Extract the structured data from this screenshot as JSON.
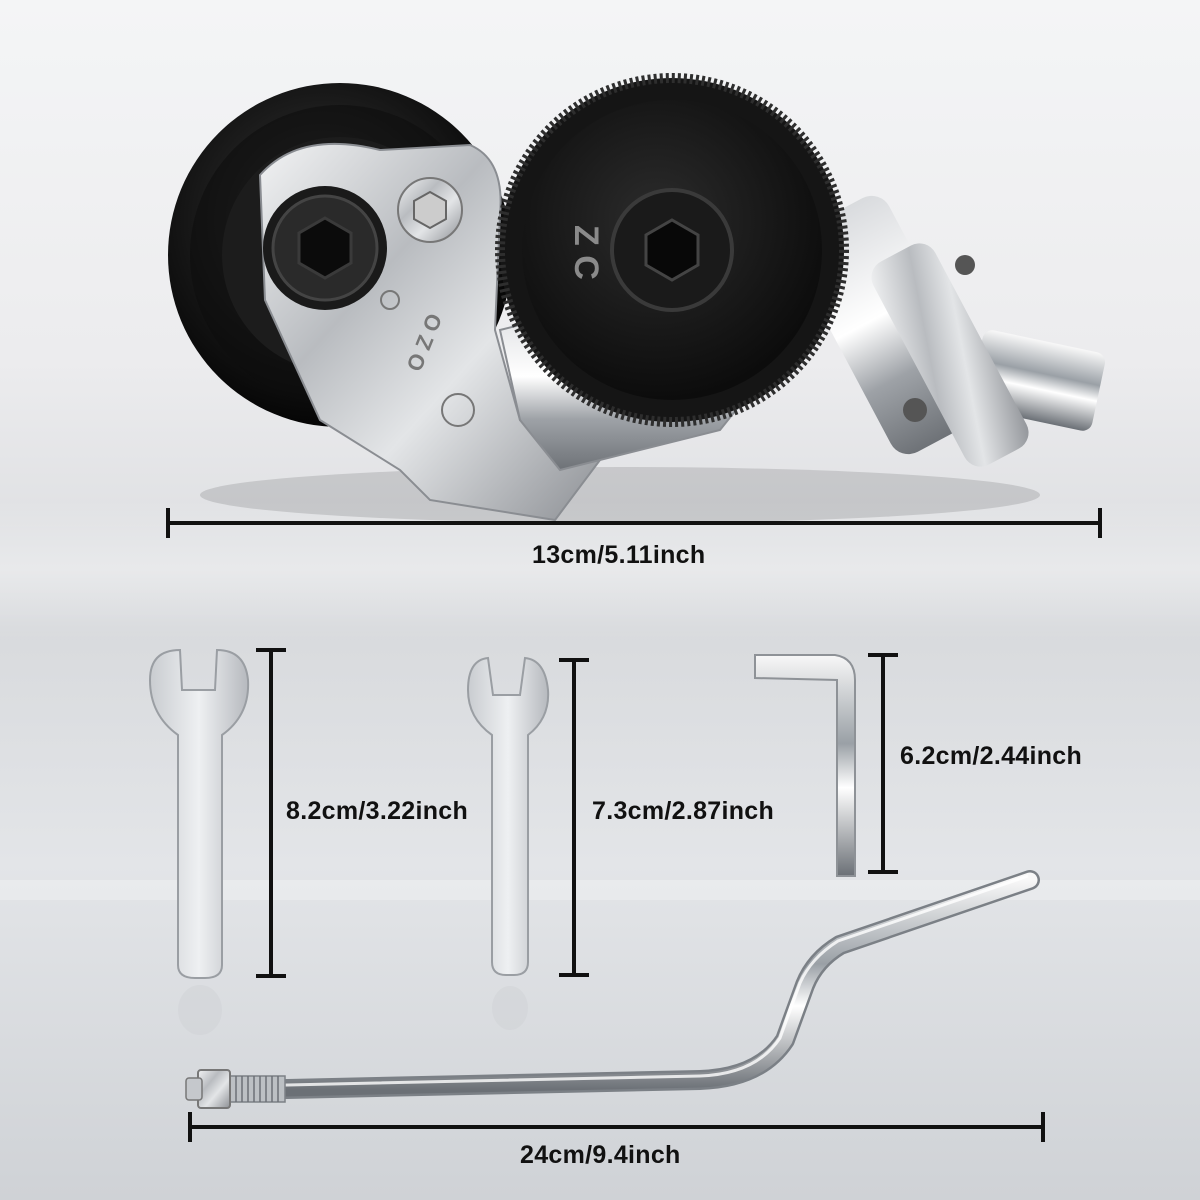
{
  "brand": {
    "gear_logo": "Z C",
    "arm_logo": "O Z O"
  },
  "dimensions": {
    "cutter_length": "13cm/5.11inch",
    "large_wrench": "8.2cm/3.22inch",
    "small_wrench": "7.3cm/2.87inch",
    "hex_key": "6.2cm/2.44inch",
    "rod": "24cm/9.4inch"
  },
  "icons": {
    "cutter": "electric-drill-shear-attachment",
    "wrench_large": "open-end-wrench",
    "wrench_small": "open-end-wrench",
    "hex_key": "allen-key",
    "rod": "threaded-handle-rod"
  }
}
